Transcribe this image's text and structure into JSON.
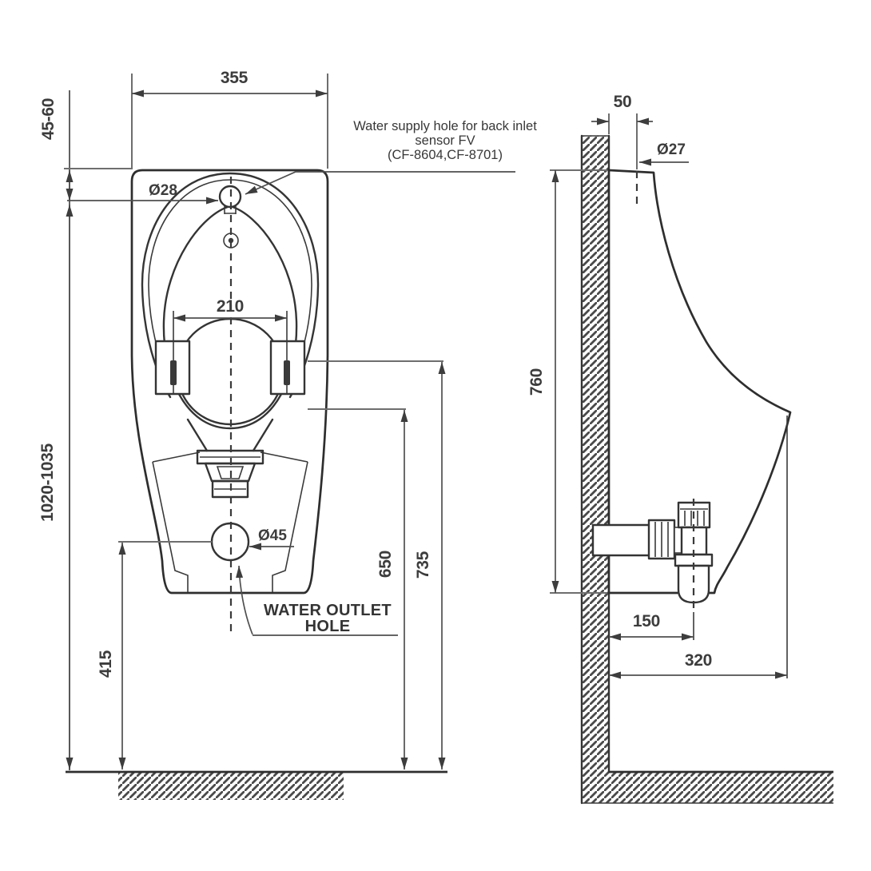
{
  "front_view": {
    "dim_overall_width": "355",
    "dim_top_offset": "45-60",
    "dim_supply_hole_dia": "Ø28",
    "dim_bolt_spacing": "210",
    "dim_install_height": "1020-1035",
    "dim_outlet_dia": "Ø45",
    "dim_outlet_height": "415",
    "dim_rim_height": "650",
    "dim_bracket_height": "735",
    "supply_note_line1": "Water supply hole for back inlet",
    "supply_note_line2": "sensor FV",
    "supply_note_line3": "(CF-8604,CF-8701)",
    "outlet_label_line1": "WATER OUTLET",
    "outlet_label_line2": "HOLE"
  },
  "side_view": {
    "dim_supply_offset": "50",
    "dim_supply_hole_dia": "Ø27",
    "dim_body_height": "760",
    "dim_trap_offset": "150",
    "dim_body_depth": "320"
  },
  "colors": {
    "line": "#343434",
    "dimension": "#4f4f4f",
    "background": "#ffffff"
  }
}
